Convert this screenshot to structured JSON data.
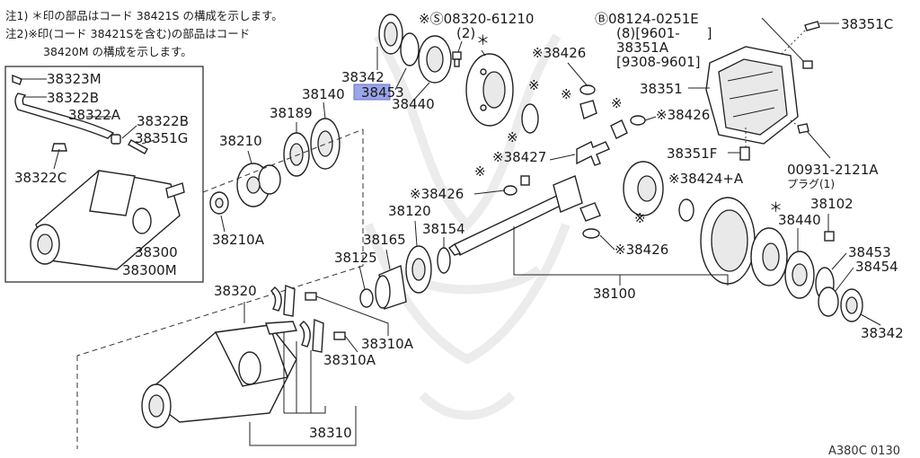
{
  "notes": {
    "line1": "注1) ＊印の部品はコード 38421S の構成を示します。",
    "line2": "注2)※印(コード 38421Sを含む)の部品はコード",
    "line3": "38420M の構成を示します。"
  },
  "labels": {
    "p38323M": "38323M",
    "p38322B_a": "38322B",
    "p38322A": "38322A",
    "p38322B_b": "38322B",
    "p38351G": "38351G",
    "p38322C": "38322C",
    "p38300": "38300",
    "p38300M": "38300M",
    "p38342_top": "38342",
    "p38453_top": "38453",
    "p38440_top": "38440",
    "p08320": "※Ⓢ08320-61210",
    "p08320_qty": "(2)",
    "p38140": "38140",
    "p38189": "38189",
    "p38210": "38210",
    "p38210A": "38210A",
    "p38426_1": "※38426",
    "p38426_2": "※38426",
    "p38426_3": "※38426",
    "p38426_4": "※38426",
    "p38427": "※38427",
    "p38424A": "※38424+A",
    "p08124": "Ⓑ08124-0251E",
    "p08124_qty": "(8)[9601-　　]",
    "p38351A": "38351A",
    "p38351A_range": "[9308-9601]",
    "p38351C": "38351C",
    "p38351": "38351",
    "p38351F": "38351F",
    "p00931": "00931-2121A",
    "p00931_sub": "プラグ(1)",
    "p38120": "38120",
    "p38165": "38165",
    "p38154": "38154",
    "p38125": "38125",
    "p38100": "38100",
    "p38102": "38102",
    "p38440_r": "38440",
    "p38453_r": "38453",
    "p38454": "38454",
    "p38342_r": "38342",
    "p38320": "38320",
    "p38310A_1": "38310A",
    "p38310A_2": "38310A",
    "p38310": "38310",
    "ast1": "＊",
    "ast2": "＊",
    "kome1": "※",
    "kome2": "※",
    "kome3": "※",
    "kome4": "※",
    "kome5": "※",
    "kome6": "※"
  },
  "figure_code": "A380C 0130",
  "colors": {
    "line": "#222222",
    "highlight": "#9aa5ea",
    "watermark": "#ececec"
  }
}
